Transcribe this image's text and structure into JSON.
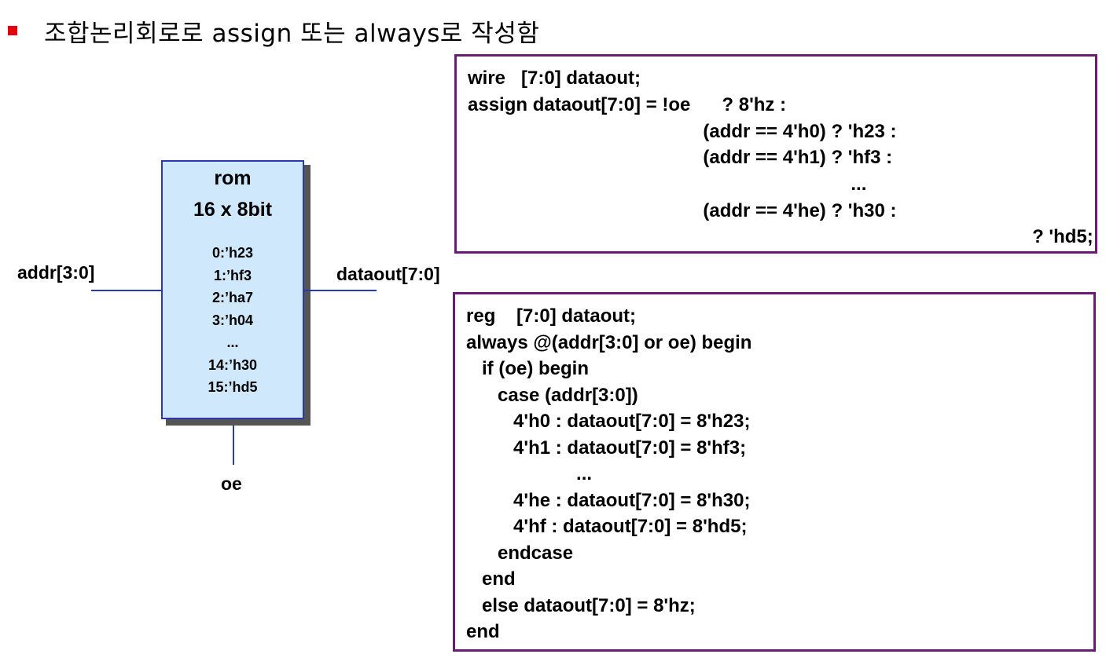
{
  "heading": "조합논리회로로 assign 또는 always로 작성함",
  "rom": {
    "title_line1": "rom",
    "title_line2": "16 x 8bit",
    "entries": [
      "0:’h23",
      "1:’hf3",
      "2:’ha7",
      "3:’h04",
      "...",
      "14:’h30",
      "15:’hd5"
    ]
  },
  "signals": {
    "input": "addr[3:0]",
    "output": "dataout[7:0]",
    "enable": "oe"
  },
  "code": {
    "assign_block": [
      "wire   [7:0] dataout;",
      "assign dataout[7:0] = !oe      ? 8'hz :",
      "                 (addr == 4'h0) ? 'h23 :",
      "                 (addr == 4'h1) ? 'hf3 :",
      "                                ...",
      "                 (addr == 4'he) ? 'h30 :",
      "                                                ? 'hd5;"
    ],
    "always_block": [
      "reg    [7:0] dataout;",
      "always @(addr[3:0] or oe) begin",
      "   if (oe) begin",
      "      case (addr[3:0])",
      "         4'h0 : dataout[7:0] = 8'h23;",
      "         4'h1 : dataout[7:0] = 8'hf3;",
      "                     ...",
      "         4'he : dataout[7:0] = 8'h30;",
      "         4'hf : dataout[7:0] = 8'hd5;",
      "      endcase",
      "   end",
      "   else dataout[7:0] = 8'hz;",
      "end"
    ]
  },
  "colors": {
    "bullet": "#e3000f",
    "rom_fill": "#cfe8fb",
    "rom_border": "#2b39b0",
    "wire": "#2b39b0",
    "code_border": "#6a1b73"
  }
}
